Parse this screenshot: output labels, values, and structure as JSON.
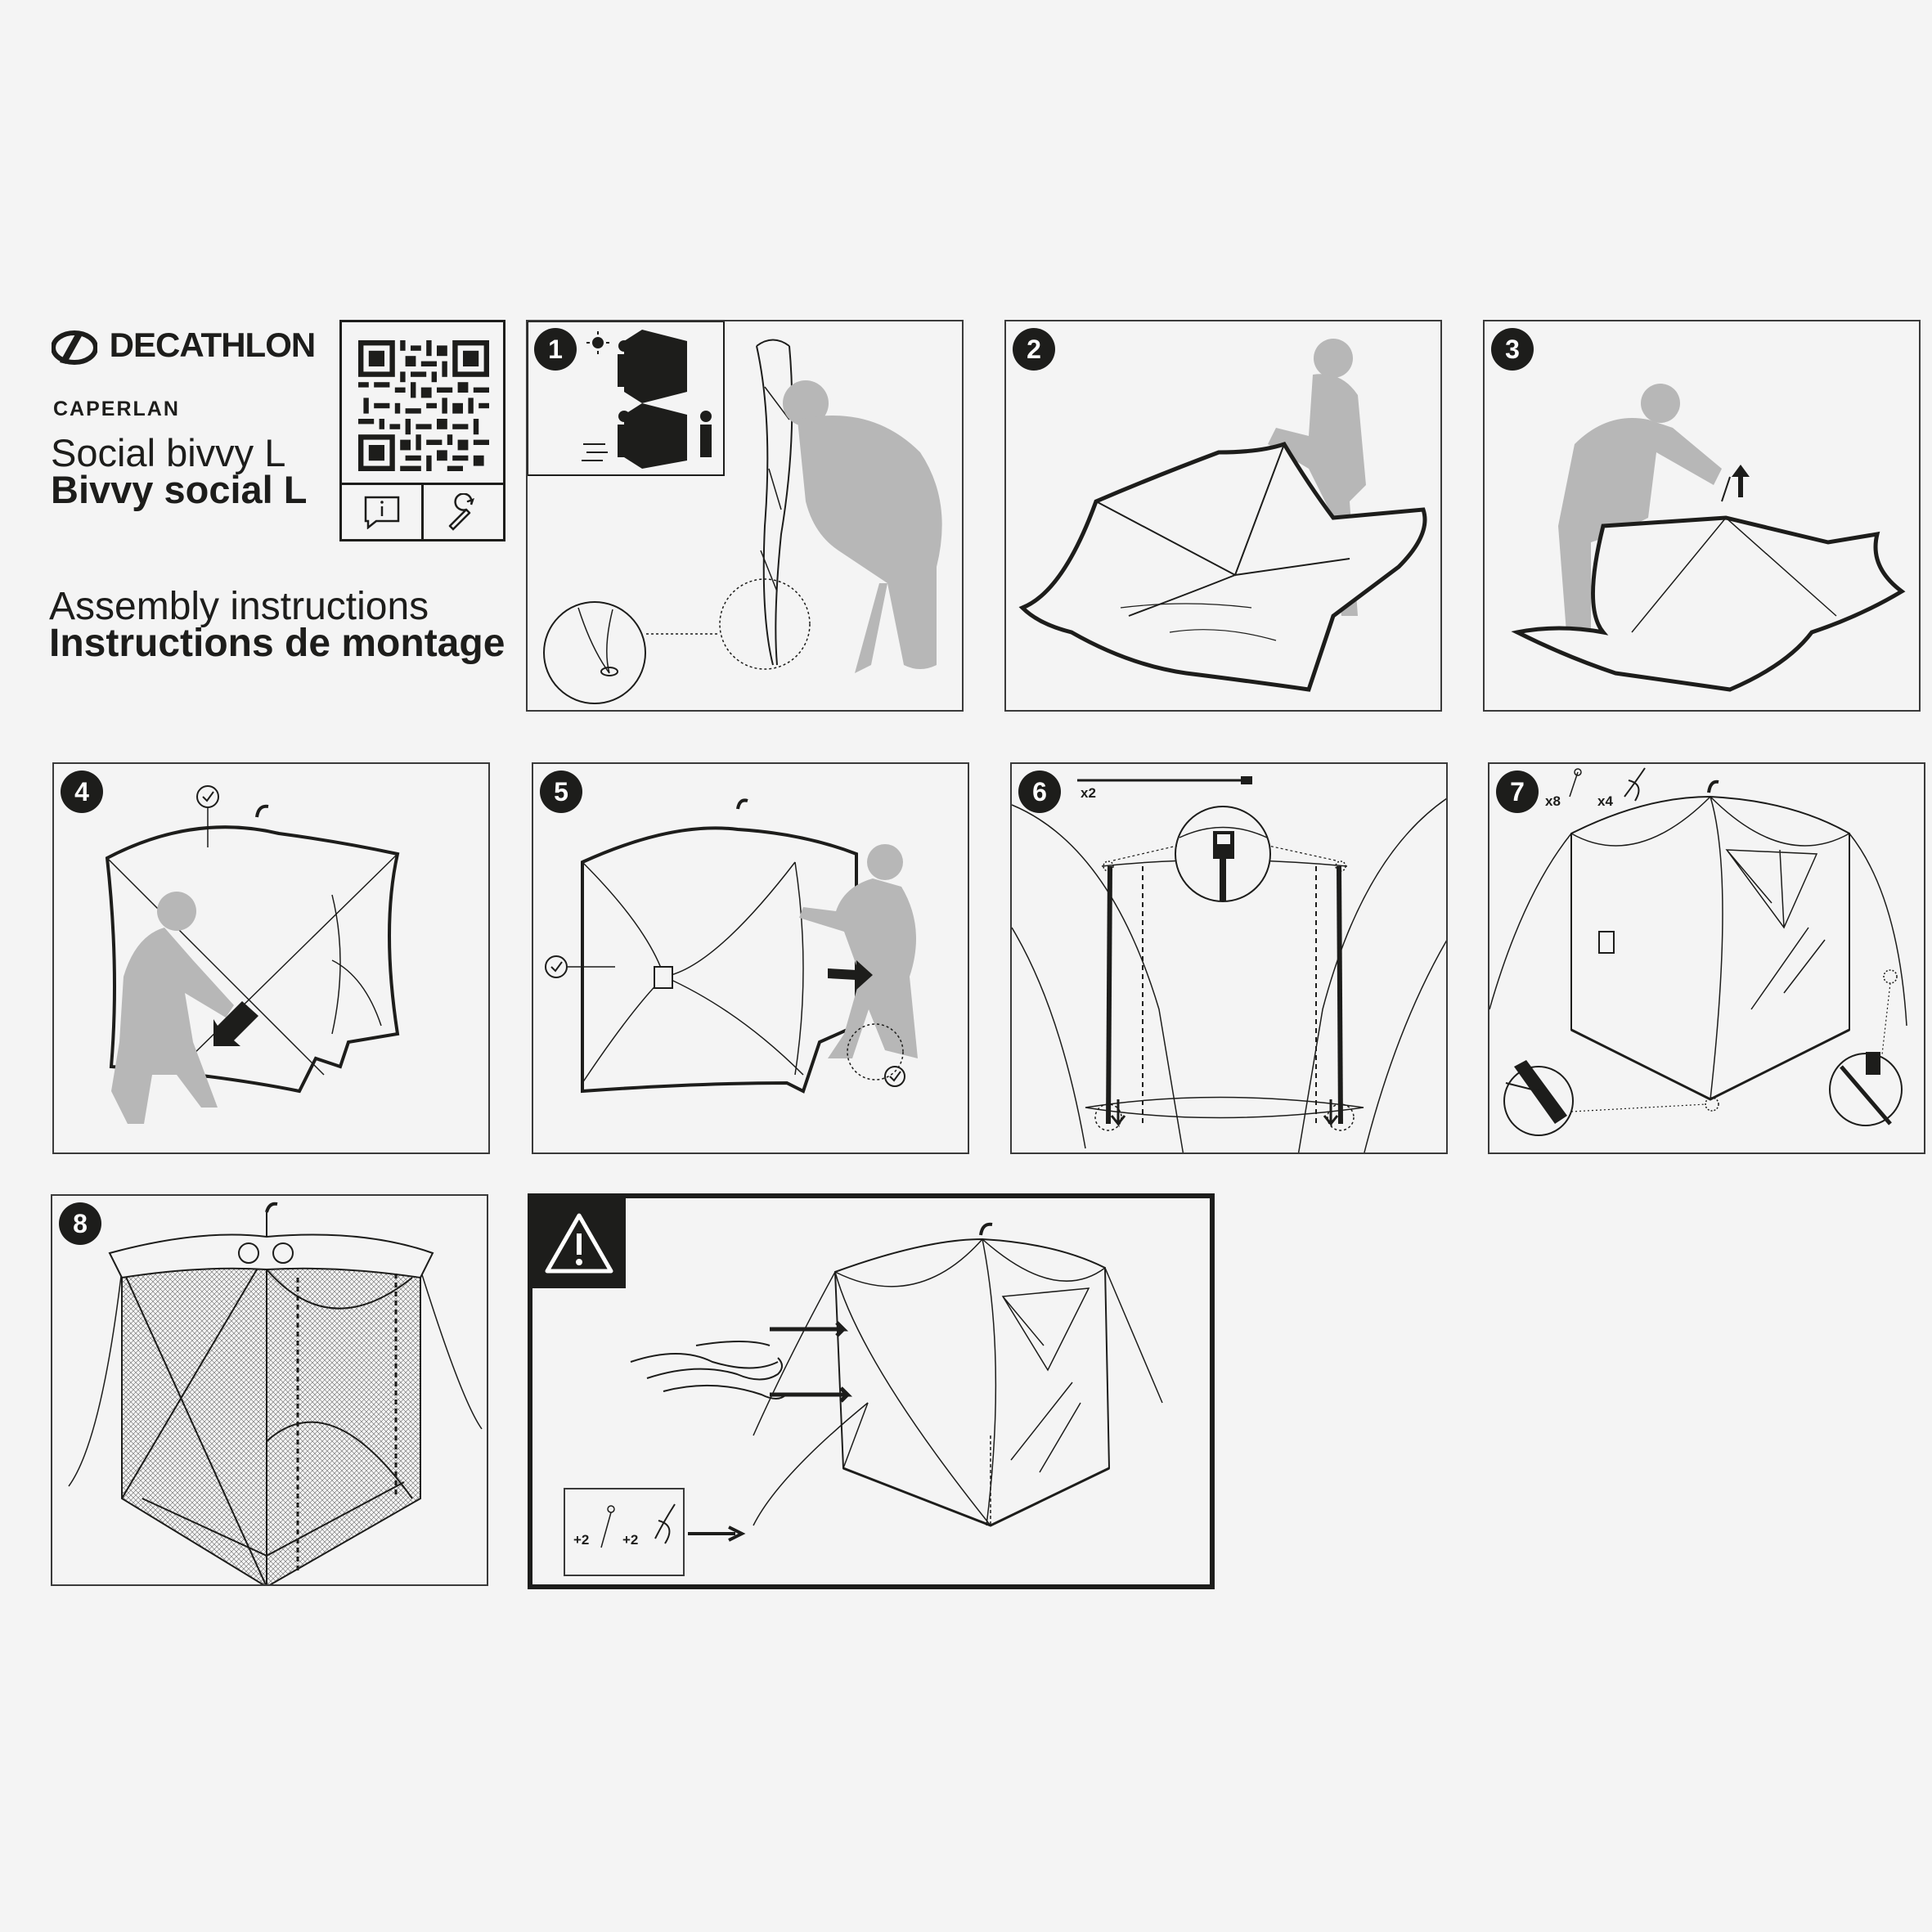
{
  "brand": {
    "logo_text": "DECATHLON",
    "sub_brand": "CAPERLAN"
  },
  "product": {
    "name_en": "Social bivvy L",
    "name_fr": "Bivvy social L"
  },
  "heading": {
    "assembly_en": "Assembly instructions",
    "assembly_fr": "Instructions de montage"
  },
  "qr": {
    "info_icon": "info-icon",
    "tool_icon": "wrench-icon"
  },
  "steps": [
    {
      "number": "1"
    },
    {
      "number": "2"
    },
    {
      "number": "3"
    },
    {
      "number": "4"
    },
    {
      "number": "5"
    },
    {
      "number": "6",
      "pole_count": "x2"
    },
    {
      "number": "7",
      "peg_count": "x8",
      "hook_count": "x4"
    },
    {
      "number": "8"
    }
  ],
  "warning": {
    "icon": "warning-triangle-icon",
    "extra_pegs": "+2",
    "extra_hooks": "+2"
  },
  "colors": {
    "ink": "#1d1d1b",
    "figure_gray": "#b7b7b7",
    "background": "#f4f4f4"
  }
}
